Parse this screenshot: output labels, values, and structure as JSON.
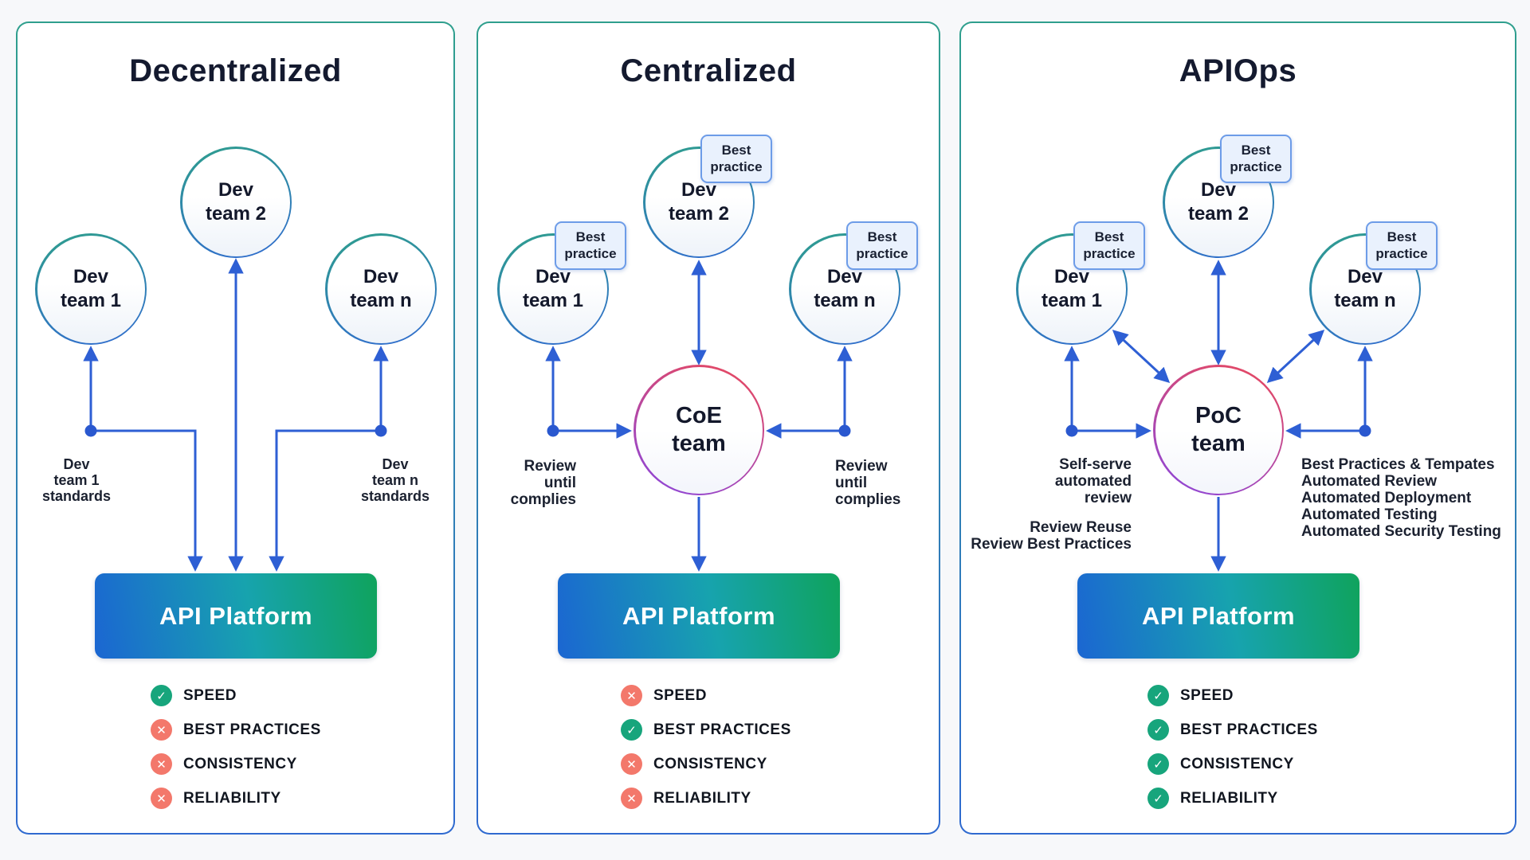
{
  "colors": {
    "panel_border_top": "#2f9f8d",
    "panel_border_bottom": "#2f6ad0",
    "arrow_blue": "#2e5fd4",
    "hub_border_top": "#e8495f",
    "hub_border_bottom": "#8d46d9",
    "platform_gradient_left": "#1b66d2",
    "platform_gradient_right": "#0fa35c",
    "check_green": "#17a57c",
    "cross_red": "#f3786b",
    "badge_bg": "#e9f1fd",
    "badge_border": "#6d9ce8",
    "text_dark": "#141a2f"
  },
  "badge": {
    "label": "Best\npractice"
  },
  "panels": [
    {
      "title": "Decentralized",
      "team1": "Dev\nteam 1",
      "team2": "Dev\nteam 2",
      "teamN": "Dev\nteam n",
      "left_label": "Dev\nteam 1\nstandards",
      "right_label": "Dev\nteam n\nstandards",
      "platform_label": "API Platform",
      "checklist": [
        {
          "label": "SPEED",
          "status": "pass",
          "glyph": "✓"
        },
        {
          "label": "BEST PRACTICES",
          "status": "fail",
          "glyph": "✕"
        },
        {
          "label": "CONSISTENCY",
          "status": "fail",
          "glyph": "✕"
        },
        {
          "label": "RELIABILITY",
          "status": "fail",
          "glyph": "✕"
        }
      ]
    },
    {
      "title": "Centralized",
      "team1": "Dev\nteam 1",
      "team2": "Dev\nteam 2",
      "teamN": "Dev\nteam n",
      "hub": "CoE\nteam",
      "left_label": "Review\nuntil\ncomplies",
      "right_label": "Review\nuntil\ncomplies",
      "platform_label": "API Platform",
      "checklist": [
        {
          "label": "SPEED",
          "status": "fail",
          "glyph": "✕"
        },
        {
          "label": "BEST PRACTICES",
          "status": "pass",
          "glyph": "✓"
        },
        {
          "label": "CONSISTENCY",
          "status": "fail",
          "glyph": "✕"
        },
        {
          "label": "RELIABILITY",
          "status": "fail",
          "glyph": "✕"
        }
      ]
    },
    {
      "title": "APIOps",
      "team1": "Dev\nteam 1",
      "team2": "Dev\nteam 2",
      "teamN": "Dev\nteam n",
      "hub": "PoC\nteam",
      "left_label_top": "Self-serve\nautomated\nreview",
      "left_label_bottom": "Review Reuse\nReview Best Practices",
      "right_label": "Best Practices & Tempates\nAutomated Review\nAutomated Deployment\nAutomated Testing\nAutomated Security Testing",
      "platform_label": "API Platform",
      "checklist": [
        {
          "label": "SPEED",
          "status": "pass",
          "glyph": "✓"
        },
        {
          "label": "BEST PRACTICES",
          "status": "pass",
          "glyph": "✓"
        },
        {
          "label": "CONSISTENCY",
          "status": "pass",
          "glyph": "✓"
        },
        {
          "label": "RELIABILITY",
          "status": "pass",
          "glyph": "✓"
        }
      ]
    }
  ]
}
